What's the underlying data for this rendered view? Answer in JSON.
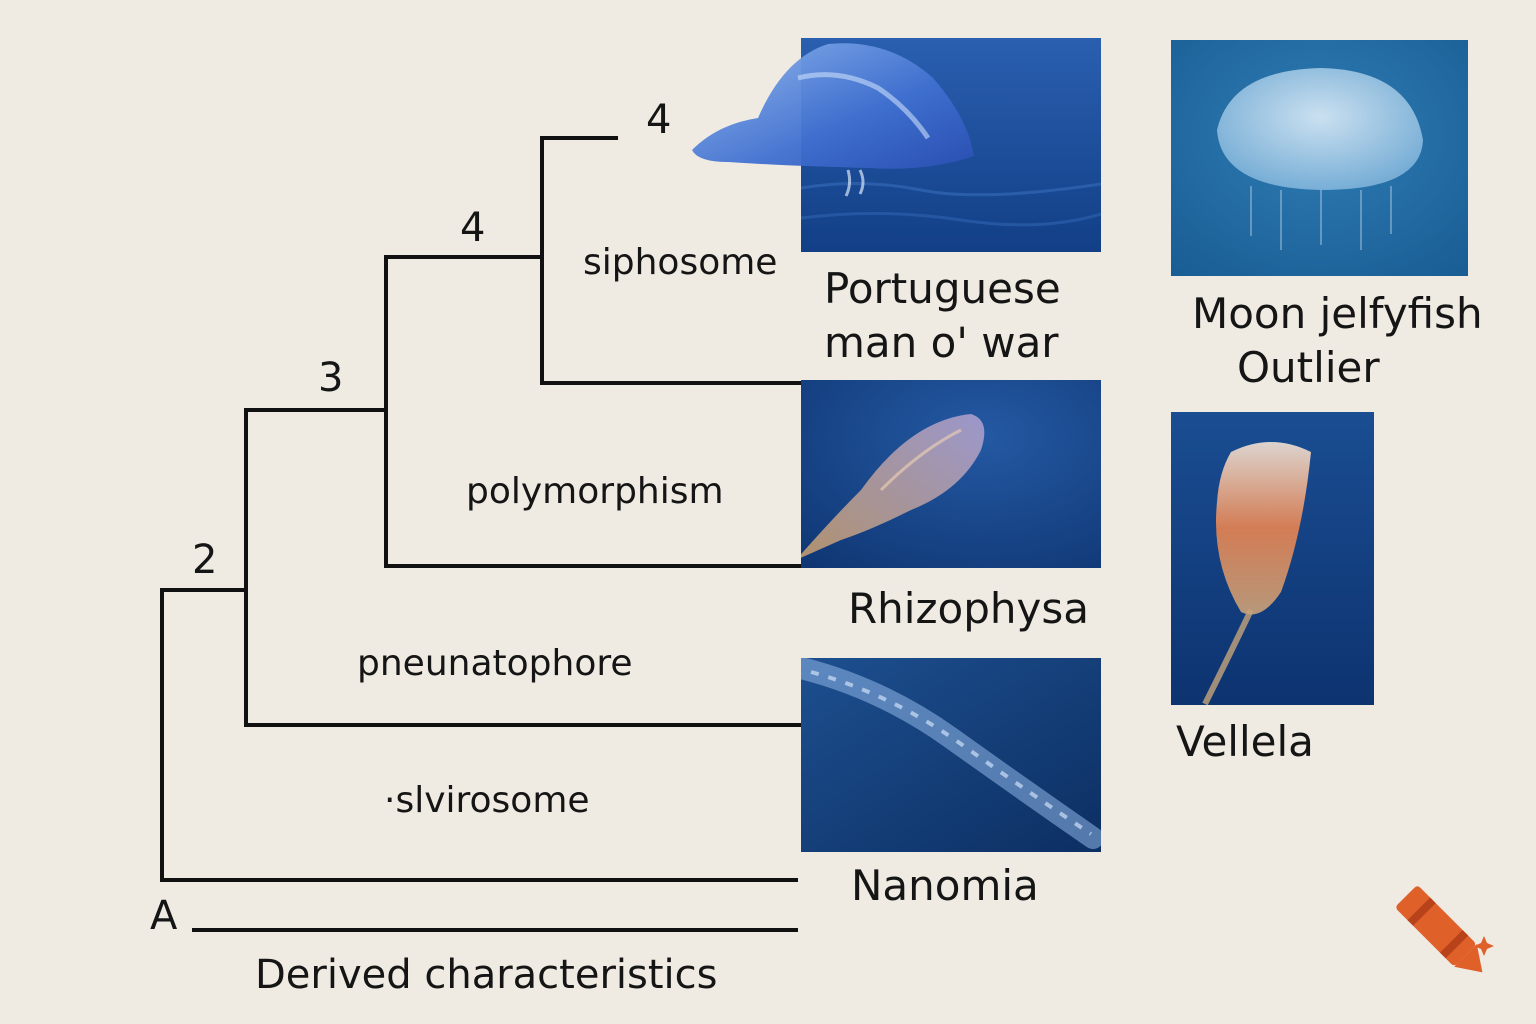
{
  "node_labels": {
    "root": "A",
    "n2": "2",
    "n3": "3",
    "n4a": "4",
    "n4b": "4"
  },
  "traits": {
    "siphosome": "siphosome",
    "polymorphism": "polymorphism",
    "pneunatophore": "pneunatophore",
    "slvirosome": "·slvirosome"
  },
  "taxa": {
    "portuguese_line1": "Portuguese",
    "portuguese_line2": "man o' war",
    "rhizophysa": "Rhizophysa",
    "nanomia": "Nanomia",
    "moon_line1": "Moon jelfyfish",
    "moon_line2": "Outlier",
    "vellela": "Vellela"
  },
  "footer": {
    "axis_label": "Derived characteristics"
  },
  "colors": {
    "background": "#efebe3",
    "line": "#111111",
    "ocean": "#1d4f8f",
    "accent": "#e0602a"
  },
  "icons": [
    "crayon-icon",
    "sparkle-icon"
  ]
}
